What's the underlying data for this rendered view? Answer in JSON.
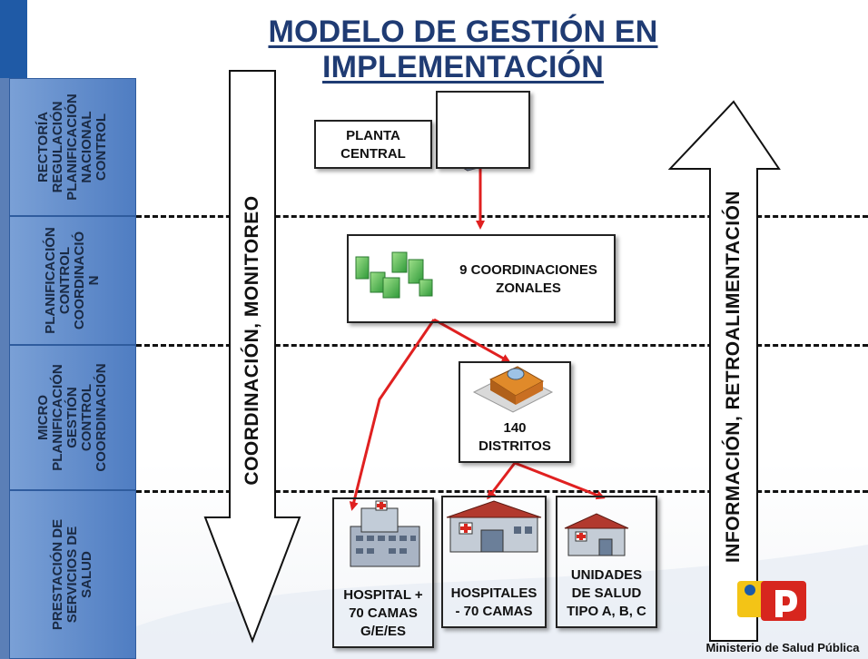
{
  "title": "MODELO DE GESTIÓN EN IMPLEMENTACIÓN",
  "levels": [
    {
      "label": "RECTORÍA\nREGULACIÓN\nPLANIFICACIÓN\nNACIONAL\nCONTROL"
    },
    {
      "label": "PLANIFICACIÓN\nCONTROL\nCOORDINACIÓ\nN"
    },
    {
      "label": "MICRO\nPLANIFICACIÓN\nGESTIÓN\nCONTROL\nCOORDINACIÓN"
    },
    {
      "label": "PRESTACIÓN DE\nSERVICIOS DE\nSALUD"
    }
  ],
  "left_arrow_label": "COORDINACIÓN, MONITOREO",
  "right_arrow_label": "INFORMACIÓN, RETROALIMENTACIÓN",
  "nodes": {
    "planta": "PLANTA\nCENTRAL",
    "coordinaciones": "9 COORDINACIONES\nZONALES",
    "distritos": "140\nDISTRITOS",
    "hospital_plus": "HOSPITAL +\n70 CAMAS\nG/E/ES",
    "hospitales_minus": "HOSPITALES\n- 70 CAMAS",
    "unidades": "UNIDADES\nDE SALUD\nTIPO A, B, C"
  },
  "logo": {
    "text": "Ministerio de Salud Pública",
    "mark": "msp"
  },
  "colors": {
    "band": "#5b86c6",
    "title": "#1f3b73",
    "connector": "#e02020",
    "logo_red": "#d7261e",
    "logo_yellow": "#f3c416",
    "logo_blue": "#1b5aa8"
  }
}
